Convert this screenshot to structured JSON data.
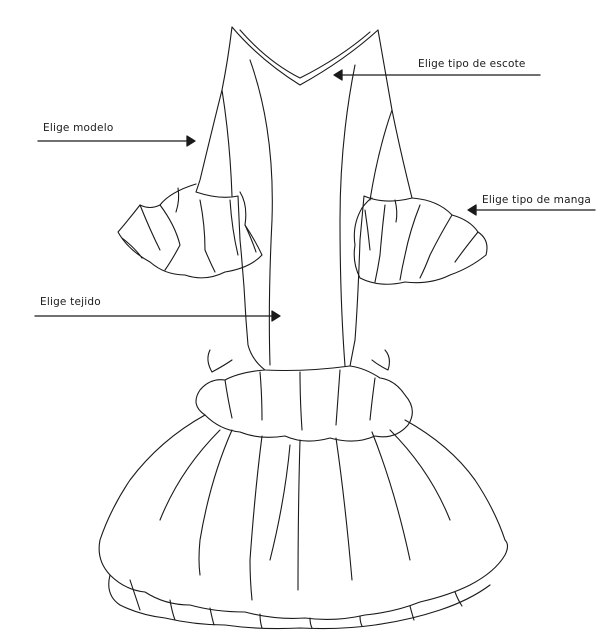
{
  "labels": {
    "escote": "Elige tipo de escote",
    "modelo": "Elige modelo",
    "manga": "Elige tipo de manga",
    "tejido": "Elige tejido"
  },
  "colors": {
    "line": "#1a1a1a",
    "background": "#ffffff"
  }
}
